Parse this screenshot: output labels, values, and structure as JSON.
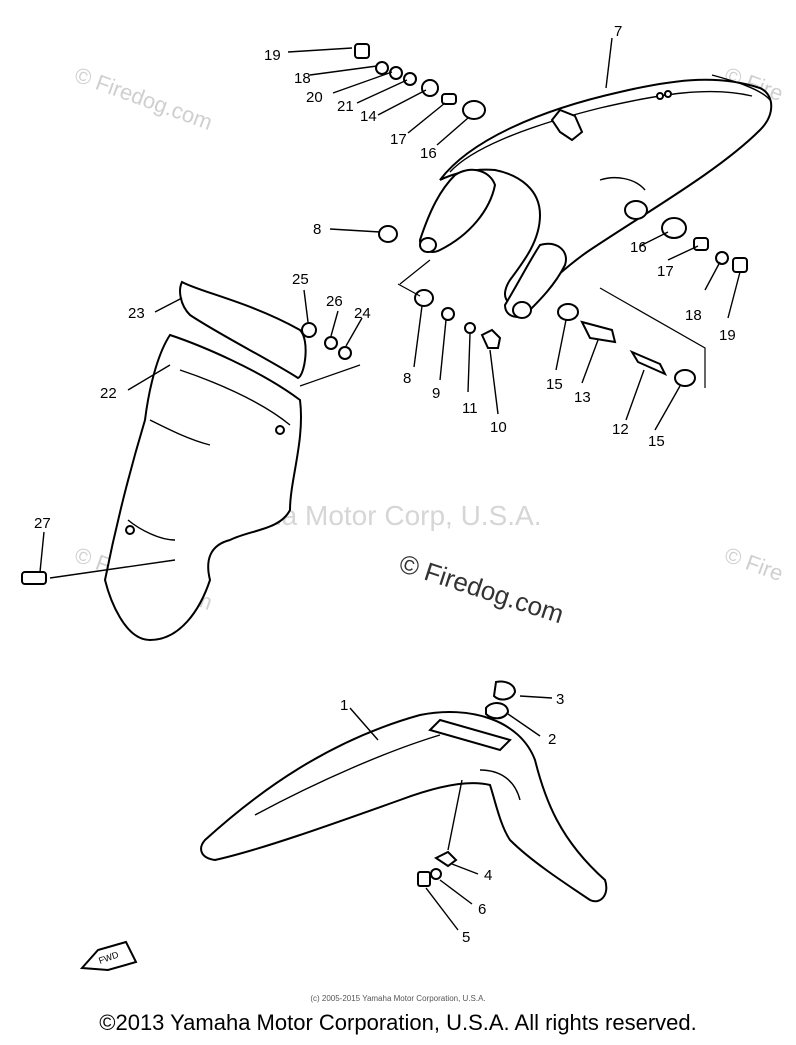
{
  "watermarks": {
    "firedog_tl": "© Firedog.com",
    "firedog_center": "© Firedog.com",
    "firedog_left": "© Firedog.com",
    "firedog_right": "© Fire",
    "firedog_right2": "© Fire",
    "yamaha_center": "Yamaha Motor Corp, U.S.A."
  },
  "callouts": [
    "1",
    "2",
    "3",
    "4",
    "5",
    "6",
    "7",
    "8",
    "8",
    "9",
    "10",
    "11",
    "12",
    "13",
    "14",
    "15",
    "15",
    "16",
    "16",
    "17",
    "17",
    "18",
    "18",
    "19",
    "19",
    "20",
    "21",
    "22",
    "23",
    "24",
    "25",
    "26",
    "27"
  ],
  "fwd_label": "FWD",
  "small_copyright": "(c) 2005-2015 Yamaha Motor Corporation, U.S.A.",
  "footer_copyright": "©2013 Yamaha Motor Corporation, U.S.A. All rights reserved."
}
